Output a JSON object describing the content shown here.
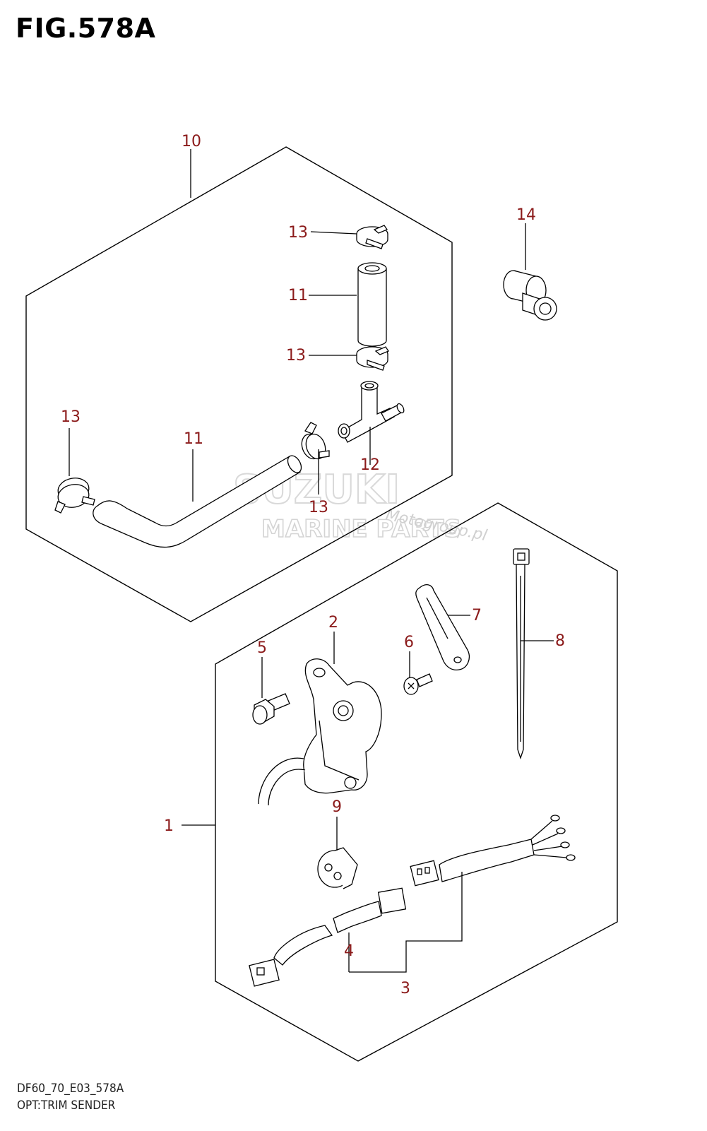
{
  "figure": {
    "title": "FIG.578A",
    "code": "DF60_70_E03_578A",
    "subtitle": "OPT:TRIM SENDER"
  },
  "watermark": {
    "brand": "SUZUKI",
    "line2": "MARINE PARTS",
    "line3": "Motogroup.pl"
  },
  "callouts": [
    {
      "id": "c10",
      "label": "10"
    },
    {
      "id": "c14",
      "label": "14"
    },
    {
      "id": "c13a",
      "label": "13"
    },
    {
      "id": "c11a",
      "label": "11"
    },
    {
      "id": "c13b",
      "label": "13"
    },
    {
      "id": "c13c",
      "label": "13"
    },
    {
      "id": "c11b",
      "label": "11"
    },
    {
      "id": "c12",
      "label": "12"
    },
    {
      "id": "c13d",
      "label": "13"
    },
    {
      "id": "c2",
      "label": "2"
    },
    {
      "id": "c7",
      "label": "7"
    },
    {
      "id": "c6",
      "label": "6"
    },
    {
      "id": "c5",
      "label": "5"
    },
    {
      "id": "c8",
      "label": "8"
    },
    {
      "id": "c9",
      "label": "9"
    },
    {
      "id": "c1",
      "label": "1"
    },
    {
      "id": "c4",
      "label": "4"
    },
    {
      "id": "c3",
      "label": "3"
    }
  ],
  "colors": {
    "callout": "#8b1a1a",
    "line": "#000000"
  }
}
